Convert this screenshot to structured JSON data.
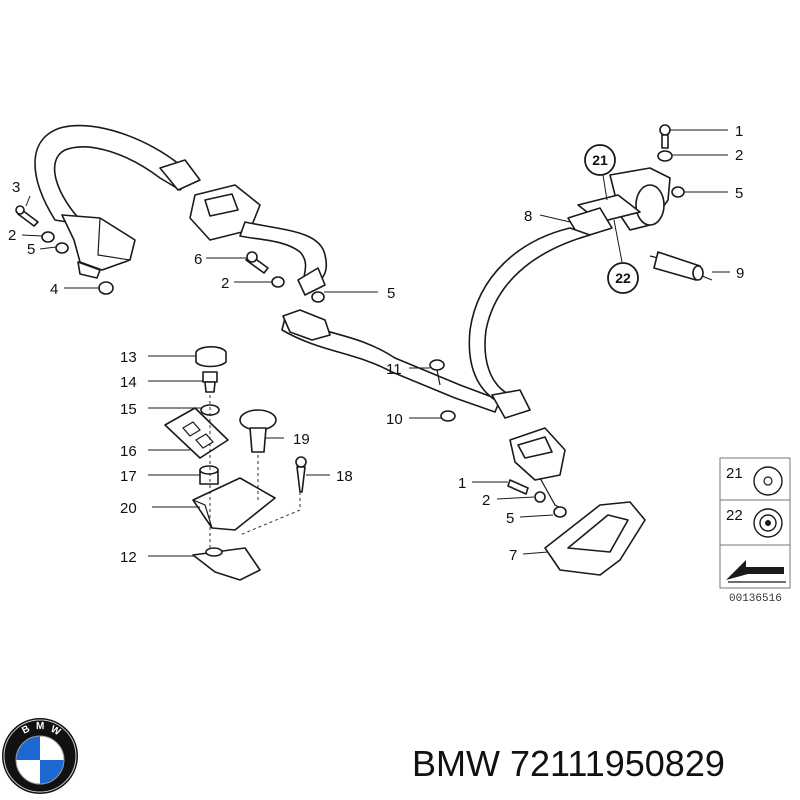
{
  "callouts": {
    "c1a": "1",
    "c2a": "2",
    "c5a": "5",
    "c8": "8",
    "c9": "9",
    "c21": "21",
    "c22": "22",
    "c3": "3",
    "c2b": "2",
    "c5b": "5",
    "c4": "4",
    "c6": "6",
    "c2c": "2",
    "c5c": "5",
    "c13": "13",
    "c14": "14",
    "c15": "15",
    "c16": "16",
    "c17": "17",
    "c20": "20",
    "c12": "12",
    "c19": "19",
    "c18": "18",
    "c11": "11",
    "c10": "10",
    "c1b": "1",
    "c2d": "2",
    "c5d": "5",
    "c7": "7",
    "legend21": "21",
    "legend22": "22"
  },
  "doc_number": "00136516",
  "caption": "BMW 72111950829",
  "logo": {
    "text": "BMW",
    "colors": {
      "blue": "#1c69d4",
      "black": "#111111",
      "white": "#ffffff"
    }
  }
}
